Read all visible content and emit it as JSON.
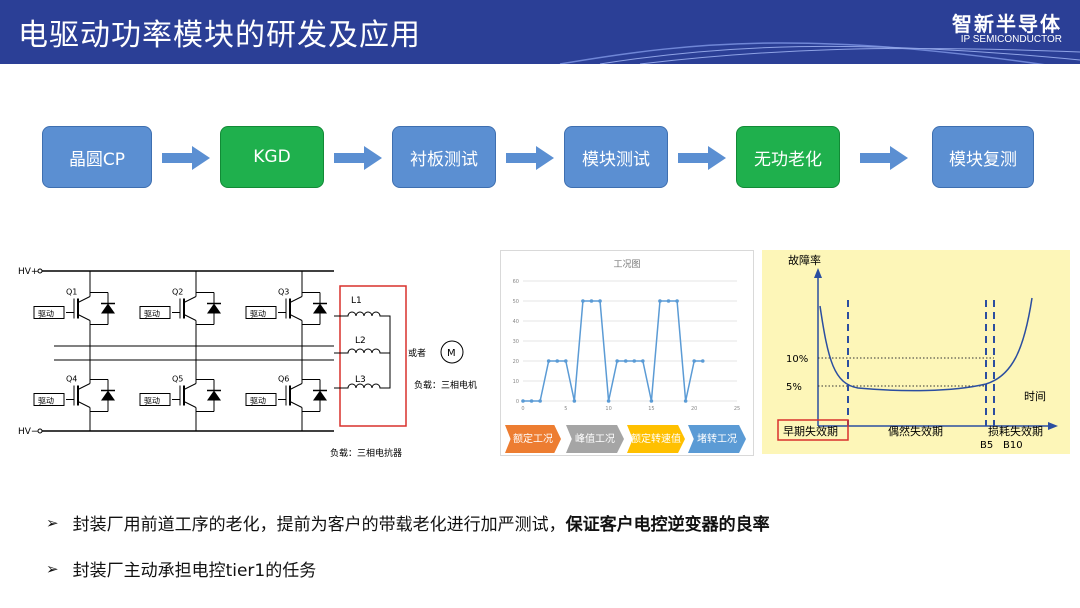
{
  "header": {
    "title": "电驱动功率模块的研发及应用",
    "logo_main": "智新半导体",
    "logo_sub": "IP SEMICONDUCTOR"
  },
  "flow": {
    "steps": [
      "晶圆CP",
      "KGD",
      "衬板测试",
      "模块测试",
      "无功老化",
      "模块复测"
    ]
  },
  "circuit": {
    "hv_plus": "HV+",
    "hv_minus": "HV−",
    "q_labels": [
      "Q1",
      "Q2",
      "Q3",
      "Q4",
      "Q5",
      "Q6"
    ],
    "driver_label": "驱动",
    "inductor_labels": [
      "L1",
      "L2",
      "L3"
    ],
    "or_label": "或者",
    "motor_symbol": "M",
    "load_motor": "负载：三相电机",
    "load_reactor": "负载：三相电抗器"
  },
  "chart_data": {
    "type": "line",
    "title": "工况图",
    "x": [
      0,
      1,
      2,
      3,
      4,
      5,
      6,
      7,
      8,
      9,
      10,
      11,
      12,
      13,
      14,
      15,
      16,
      17,
      18,
      19,
      20,
      21
    ],
    "y": [
      0,
      0,
      0,
      20,
      20,
      20,
      0,
      50,
      50,
      50,
      0,
      20,
      20,
      20,
      20,
      0,
      50,
      50,
      50,
      0,
      20,
      20
    ],
    "xticks": [
      0,
      5,
      10,
      15,
      20,
      25
    ],
    "yticks": [
      0,
      10,
      20,
      30,
      40,
      50,
      60
    ],
    "xlim": [
      0,
      25
    ],
    "ylim": [
      0,
      60
    ],
    "color": "#5b9bd5",
    "phases": [
      {
        "label": "额定工况",
        "color": "#ed7d31"
      },
      {
        "label": "峰值工况",
        "color": "#a5a5a5"
      },
      {
        "label": "额定转速值",
        "color": "#ffc000"
      },
      {
        "label": "堵转工况",
        "color": "#5b9bd5"
      }
    ]
  },
  "bathtub": {
    "ylabel": "故障率",
    "xlabel": "时间",
    "level_10": "10%",
    "level_5": "5%",
    "early": "早期失效期",
    "random": "偶然失效期",
    "wearout": "损耗失效期",
    "b5": "B5",
    "b10": "B10",
    "background": "#fdf6b8"
  },
  "bullets": [
    {
      "text": "封装厂用前道工序的老化，提前为客户的带载老化进行加严测试，",
      "bold": "保证客户电控逆变器的良率"
    },
    {
      "text": "封装厂主动承担电控tier1的任务",
      "bold": ""
    }
  ]
}
